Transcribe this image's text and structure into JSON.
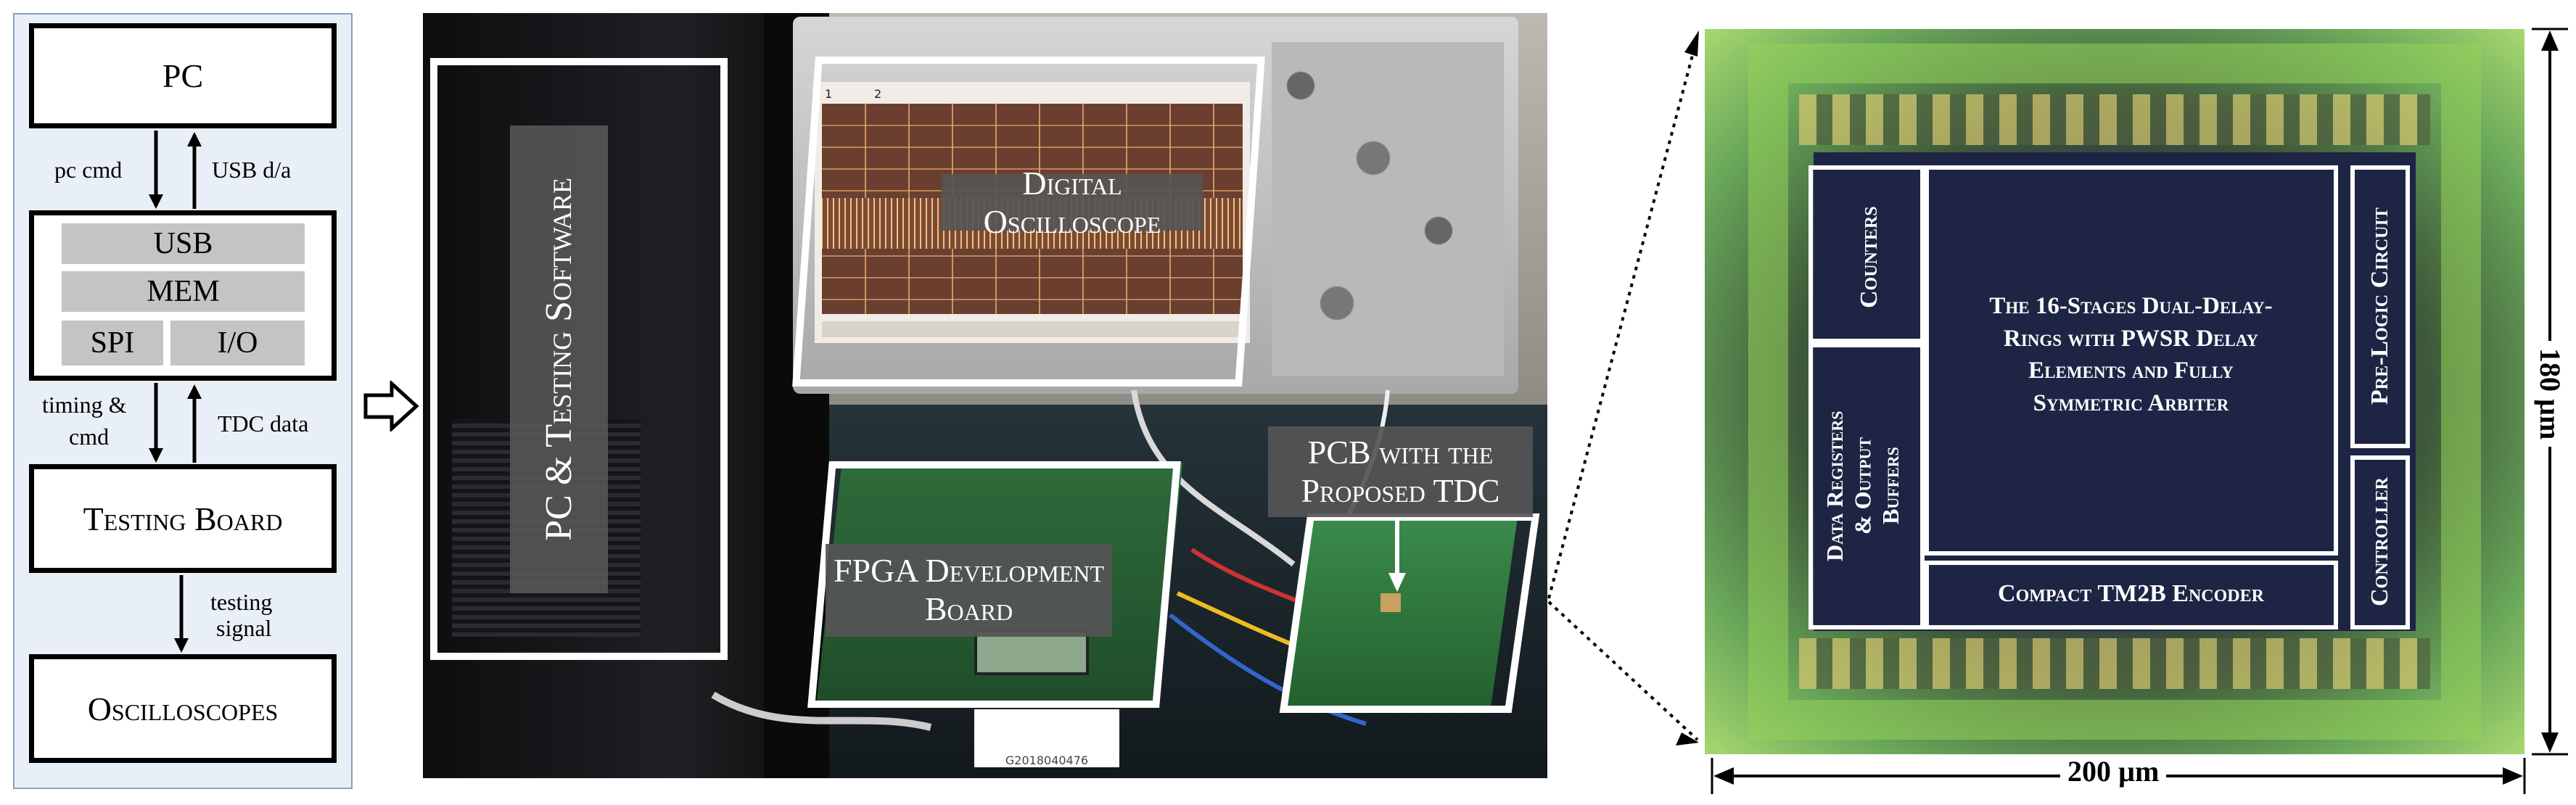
{
  "block_diagram": {
    "pc": "PC",
    "modules": {
      "usb": "USB",
      "mem": "MEM",
      "spi": "SPI",
      "io": "I/O"
    },
    "testing_board": "Testing Board",
    "oscilloscopes": "Oscilloscopes",
    "arrow_labels": {
      "pc_cmd": "pc cmd",
      "usb_da": "USB d/a",
      "timing_line1": "timing &",
      "timing_line2": "cmd",
      "tdc_data": "TDC data",
      "testing_line1": "testing",
      "testing_line2": "signal"
    }
  },
  "photo": {
    "pc_software": "PC & Testing Software",
    "oscilloscope": "Digital Oscilloscope",
    "fpga_line1": "FPGA Development",
    "fpga_line2": "Board",
    "pcb_line1": "PCB with the",
    "pcb_line2": "Proposed TDC",
    "scope_markers": {
      "m1": "1",
      "m2": "2"
    },
    "fpga_board_label": "G2018040476"
  },
  "die": {
    "counters": "Counters",
    "main_line1": "The 16-Stages Dual-Delay-",
    "main_line2": "Rings with PWSR Delay",
    "main_line3": "Elements and Fully",
    "main_line4": "Symmetric Arbiter",
    "pre_logic": "Pre-Logic Circuit",
    "data_regs_line1": "Data Registers",
    "data_regs_line2": "& Output",
    "data_regs_line3": "Buffers",
    "encoder": "Compact TM2B Encoder",
    "controller": "Controller",
    "width": "200 µm",
    "height": "180 µm"
  }
}
